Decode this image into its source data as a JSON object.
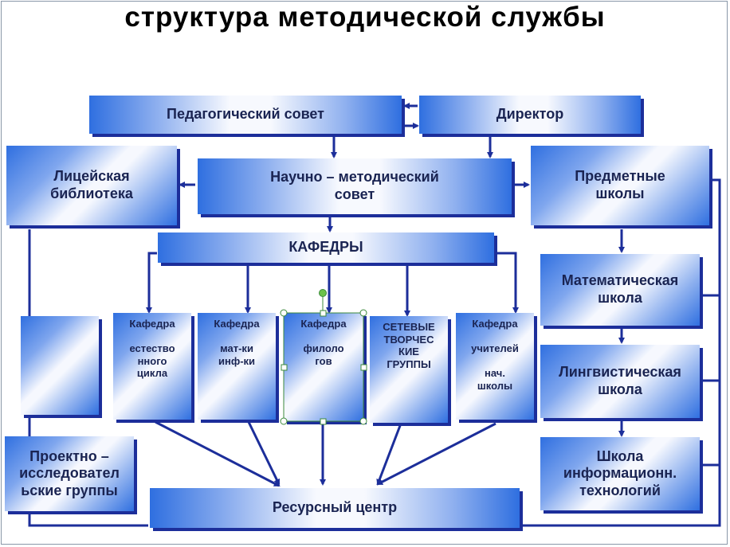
{
  "title": "структура методической службы",
  "nodes": {
    "ped_sovet": "Педагогический совет",
    "director": "Директор",
    "library": "Лицейская\nбиблиотека",
    "nms": "Научно – методический\nсовет",
    "predmet": "Предметные\nшколы",
    "kafedry": "КАФЕДРЫ",
    "kaf1": "Кафедра\n\nестество\nнного\nцикла",
    "kaf2": "Кафедра\n\nмат-ки\nинф-ки",
    "kaf3": "Кафедра\n\nфилоло\nгов",
    "kaf4": "СЕТЕВЫЕ\nТВОРЧЕС\nКИЕ\nГРУППЫ",
    "kaf5": "Кафедра\n\nучителей\n\nнач.\nшколы",
    "math": "Математическая\nшкола",
    "ling": "Лингвистическая\nшкола",
    "it": "Школа\nинформационн.\nтехнологий",
    "proekt": "Проектно –\nисследовател\nьские группы",
    "resurs": "Ресурсный центр"
  },
  "colors": {
    "connector": "#1c2e9a",
    "box_edge": "#2f6fe0",
    "selection": "#3c8a3c",
    "handle_fill": "#ffffff"
  }
}
